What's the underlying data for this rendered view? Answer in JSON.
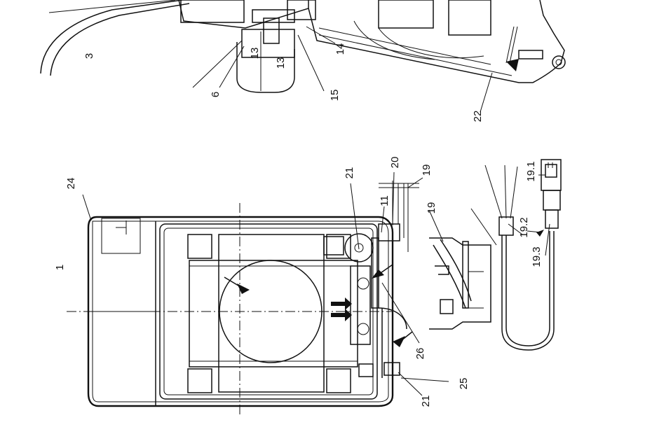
{
  "labels": {
    "l1": "1",
    "l3": "3",
    "l6": "6",
    "l11": "11",
    "l13a": "13",
    "l13b": "13",
    "l14": "14",
    "l15": "15",
    "l19a": "19",
    "l19b": "19",
    "l19_1": "19.1",
    "l19_2": "19.2",
    "l19_3": "19.3",
    "l20": "20",
    "l21a": "21",
    "l21b": "21",
    "l22": "22",
    "l24": "24",
    "l25": "25",
    "l26": "26"
  }
}
